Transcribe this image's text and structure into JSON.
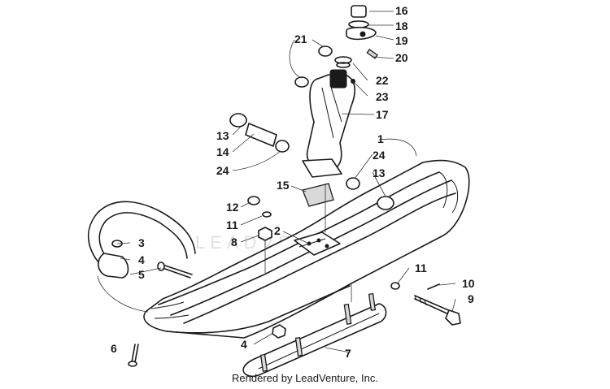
{
  "diagram": {
    "watermark": "LEADVENTURE",
    "credit": "Rendered by LeadVenture, Inc.",
    "callouts": [
      "16",
      "18",
      "19",
      "20",
      "21",
      "22",
      "23",
      "17",
      "13",
      "14",
      "24",
      "1",
      "24",
      "13",
      "15",
      "12",
      "11",
      "2",
      "8",
      "3",
      "4",
      "5",
      "11",
      "10",
      "9",
      "6",
      "4",
      "7"
    ]
  }
}
